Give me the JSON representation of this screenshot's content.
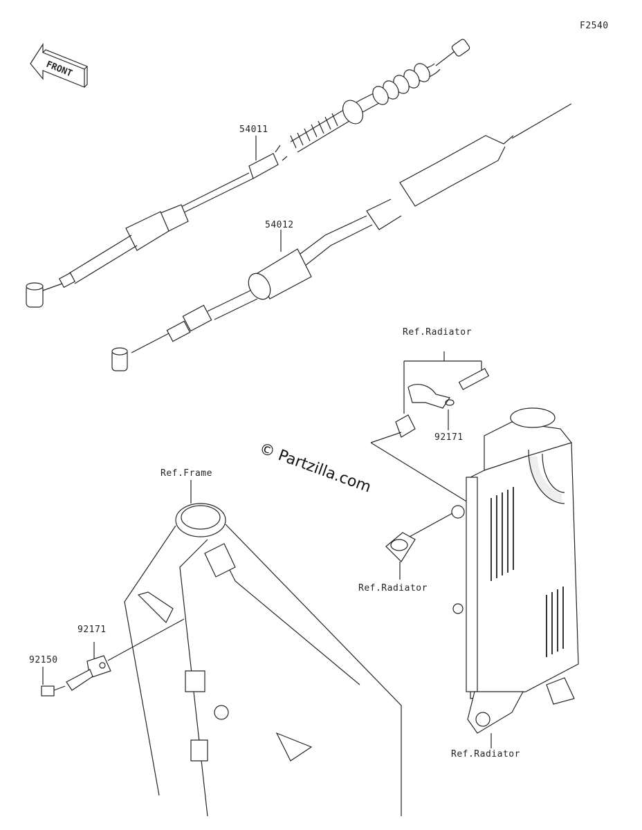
{
  "diagram_id": "F2540",
  "watermark": "© Partzilla.com",
  "front_arrow": "FRONT",
  "parts": {
    "clutch_cable": "54011",
    "throttle_cable": "54012",
    "clamp_upper": "92171",
    "clamp_lower": "92171",
    "bolt": "92150"
  },
  "refs": {
    "radiator_top": "Ref.Radiator",
    "radiator_mid": "Ref.Radiator",
    "radiator_bottom": "Ref.Radiator",
    "frame": "Ref.Frame"
  }
}
